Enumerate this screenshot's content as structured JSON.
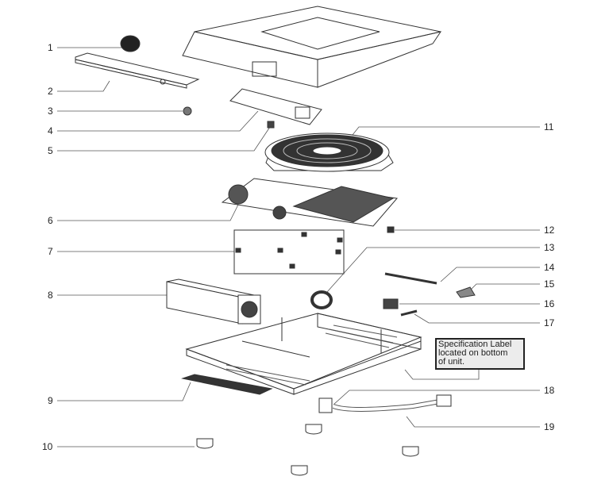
{
  "callouts": [
    "1",
    "2",
    "3",
    "4",
    "5",
    "6",
    "7",
    "8",
    "9",
    "10",
    "11",
    "12",
    "13",
    "14",
    "15",
    "16",
    "17",
    "18",
    "19"
  ],
  "spec_label": {
    "line1": "Specification Label",
    "line2": "located on bottom",
    "line3": "of unit."
  }
}
